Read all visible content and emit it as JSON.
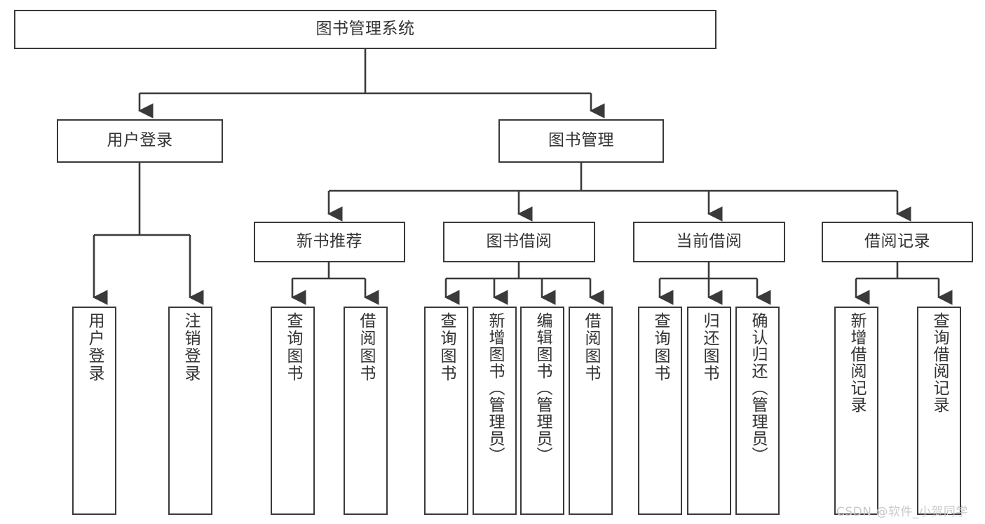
{
  "diagram": {
    "title": "图书管理系统",
    "type": "hierarchy-tree",
    "levels": 4,
    "colors": {
      "box_border": "#3a3a3a",
      "box_fill": "#ffffff",
      "connector": "#3a3a3a",
      "text": "#333333",
      "watermark": "#c9c9c9"
    },
    "root": {
      "label": "图书管理系统"
    },
    "level2": [
      {
        "label": "用户登录"
      },
      {
        "label": "图书管理"
      }
    ],
    "level3": [
      {
        "label": "新书推荐"
      },
      {
        "label": "图书借阅"
      },
      {
        "label": "当前借阅"
      },
      {
        "label": "借阅记录"
      }
    ],
    "leaves": {
      "user_login": [
        {
          "label": "用户登录"
        },
        {
          "label": "注销登录"
        }
      ],
      "new_book_recommend": [
        {
          "label": "查询图书"
        },
        {
          "label": "借阅图书"
        }
      ],
      "book_borrow": [
        {
          "label": "查询图书"
        },
        {
          "label": "新增图书（管理员）"
        },
        {
          "label": "编辑图书（管理员）"
        },
        {
          "label": "借阅图书"
        }
      ],
      "current_borrow": [
        {
          "label": "查询图书"
        },
        {
          "label": "归还图书"
        },
        {
          "label": "确认归还（管理员）"
        }
      ],
      "borrow_record": [
        {
          "label": "新增借阅记录"
        },
        {
          "label": "查询借阅记录"
        }
      ]
    }
  },
  "watermark": {
    "text": "CSDN @软件_小贺同学"
  }
}
